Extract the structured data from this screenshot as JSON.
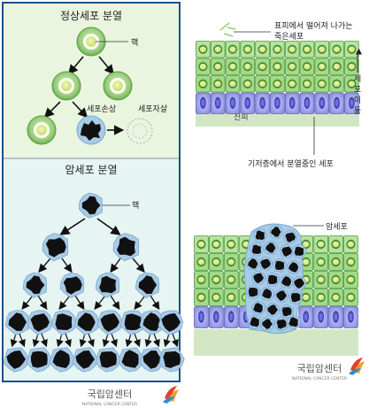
{
  "left_panel": {
    "normal_title": "정상세포 분열",
    "cancer_title": "암세포 분열",
    "label_nucleus": "핵",
    "label_damage": "세포손상",
    "label_apoptosis": "세포자살",
    "label_nucleus_cancer": "핵"
  },
  "right_top": {
    "label_shed": "표피에서 떨어져 나가는",
    "label_shed_2": "죽은세포",
    "label_migration": "세포이동",
    "label_dermis": "진피",
    "label_basal": "기저층에서 분열중인 세포"
  },
  "right_bottom": {
    "label_cancer": "암세포"
  },
  "logo": {
    "name": "국립암센터",
    "english": "NATIONAL CANCER CENTER"
  },
  "colors": {
    "panel_border": "#1f4e8c",
    "normal_bg": "#eaf5df",
    "cancer_bg": "#e6f4f2",
    "cell_green": "#8fc87a",
    "cell_ring": "#ffffff",
    "nucleus_green": "#3d8a2f",
    "cancer_blob": "#111111",
    "cancer_halo": "#a8cbe8",
    "basal_purple": "#8b8fe0",
    "dermis": "#d3e6c4"
  }
}
